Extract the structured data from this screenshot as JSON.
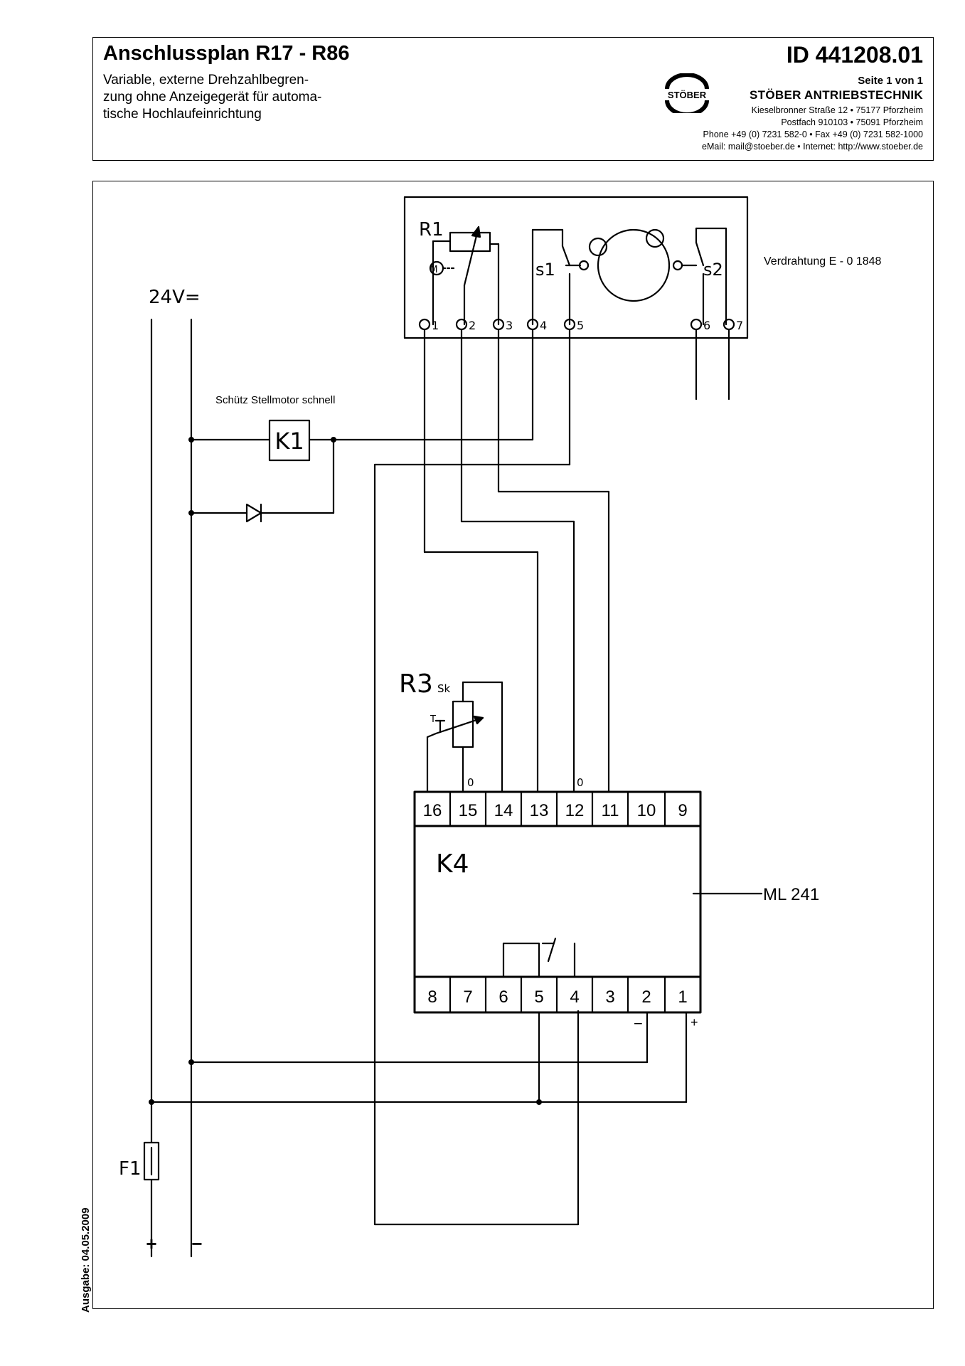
{
  "header": {
    "title": "Anschlussplan R17 - R86",
    "subtitle_lines": [
      "Variable, externe Drehzahlbegren-",
      "zung ohne Anzeigegerät für automa-",
      "tische Hochlaufeinrichtung"
    ],
    "doc_id": "ID 441208.01",
    "page_info": "Seite 1 von 1",
    "logo_text": "STÖBER",
    "company": "STÖBER ANTRIEBSTECHNIK",
    "address_lines": [
      "Kieselbronner Straße 12 • 75177 Pforzheim",
      "Postfach 910103 • 75091 Pforzheim",
      "Phone +49 (0) 7231 582-0 • Fax +49 (0) 7231 582-1000",
      "eMail: mail@stoeber.de • Internet: http://www.stoeber.de"
    ]
  },
  "diagram": {
    "supply_label": "24V=",
    "r1_label": "R1",
    "motor_symbol": "M",
    "s1_label": "s1",
    "s2_label": "s2",
    "top_terminals": [
      "1",
      "2",
      "3",
      "4",
      "5",
      "6",
      "7"
    ],
    "wiring_note": "Verdrahtung E - 0 1848",
    "k1_caption": "Schütz Stellmotor schnell",
    "k1_label": "K1",
    "r3_label": "R3",
    "r3_sub": "Sk",
    "r3_wiper": "T",
    "zero_mark_a": "0",
    "zero_mark_b": "0",
    "k4_top_terminals": [
      "16",
      "15",
      "14",
      "13",
      "12",
      "11",
      "10",
      "9"
    ],
    "k4_label": "K4",
    "ml_label": "ML 241",
    "k4_bottom_terminals": [
      "8",
      "7",
      "6",
      "5",
      "4",
      "3",
      "2",
      "1"
    ],
    "minus_mark": "−",
    "plus_mark": "+",
    "f1_label": "F1",
    "bottom_plus": "+",
    "bottom_minus": "−"
  },
  "footer": {
    "issue_date": "Ausgabe: 04.05.2009"
  }
}
